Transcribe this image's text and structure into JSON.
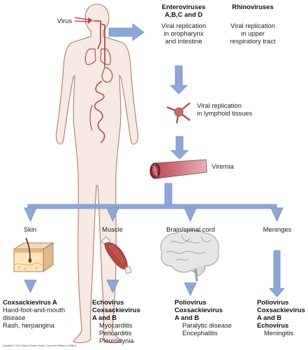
{
  "labels": {
    "virus": "Virus",
    "entero_title": "Enteroviruses\nA,B,C and D",
    "entero_desc": "Viral replication\nin oropharynx\nand intestine",
    "rhino_title": "Rhinoviruses",
    "rhino_desc": "Viral replication\nin upper\nrespiratory tract",
    "lymphoid": "Viral replication\nin lymphoid tissues",
    "viremia": "Viremia"
  },
  "targets": [
    {
      "site": "Skin",
      "virus_bold": "Coxsackievirus A",
      "disease": "Hand-foot-and-mouth\ndisease\nRash, herpangina"
    },
    {
      "site": "Muscle",
      "virus_bold": "Echovirus\nCoxsackievirus\nA and B",
      "disease": "Myocarditis\nPericarditis\nPleurodynia"
    },
    {
      "site": "Brain/spinal cord",
      "virus_bold": "Poliovirus\nCoxsackievirus\nA and B",
      "disease": "Paralytic disease\nEncephalitis"
    },
    {
      "site": "Meninges",
      "virus_bold": "Poliovirus\nCoxsackievirus\nA and B\nEchovirus",
      "disease": "Meningitis"
    }
  ],
  "copyright": "Copyright © 2016 Wolters Kluwer Health | Lippincott Williams & Wilkins",
  "colors": {
    "arrow": "#8fa7d6",
    "arrow_stroke": "#6f8dc6",
    "body_outline": "#b07a64",
    "body_fill": "#f7e9e3",
    "tissue": "#a8534c"
  }
}
